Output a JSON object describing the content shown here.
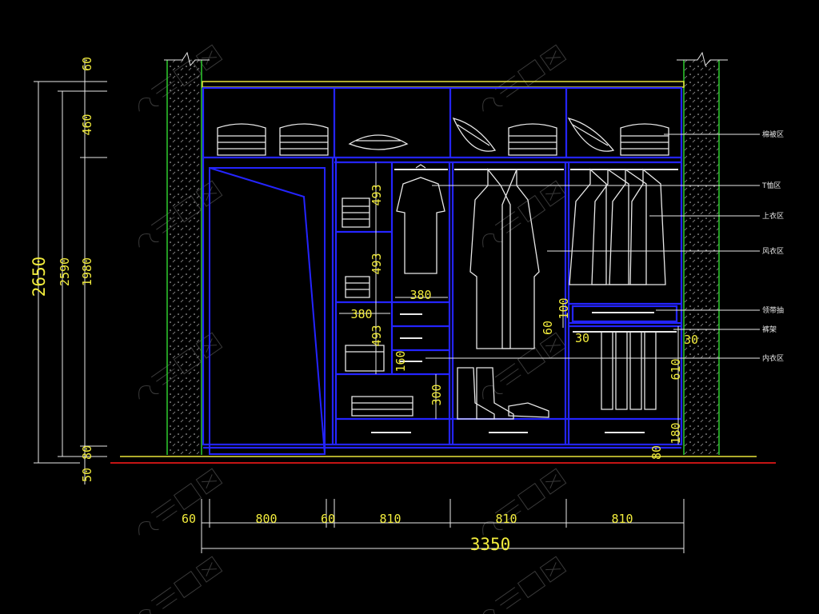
{
  "colors": {
    "background": "#000000",
    "cabinet": "#2424ff",
    "wall": "#2ac02a",
    "dimension": "#f2ec3c",
    "floor_line": "#c41414",
    "sketch": "#e8e8e8"
  },
  "dimensions": {
    "total_width": "3350",
    "bottom": [
      "60",
      "800",
      "60",
      "810",
      "810",
      "810"
    ],
    "left_outer": "2650",
    "left_mid": "2590",
    "left_inner": [
      "60",
      "460",
      "1980",
      "80"
    ],
    "left_base": "50",
    "inner_shelves": [
      "493",
      "493",
      "493",
      "160",
      "300"
    ],
    "inner_width_380_a": "380",
    "inner_width_380_b": "380",
    "rail_100": "100",
    "rail_60": "60",
    "rail_30_a": "30",
    "rail_30_b": "30",
    "hang_610": "610",
    "base_180": "180",
    "base_80": "80"
  },
  "notes": [
    "棉被区",
    "T恤区",
    "上衣区",
    "风衣区",
    "领带抽",
    "裤架",
    "内衣区"
  ],
  "icons": [
    "pillow-icon",
    "folded-clothes-icon",
    "shirt-icon",
    "coat-icon",
    "jacket-icon",
    "trousers-icon",
    "boots-icon",
    "shoe-icon",
    "box-icon",
    "watermark-icon"
  ]
}
